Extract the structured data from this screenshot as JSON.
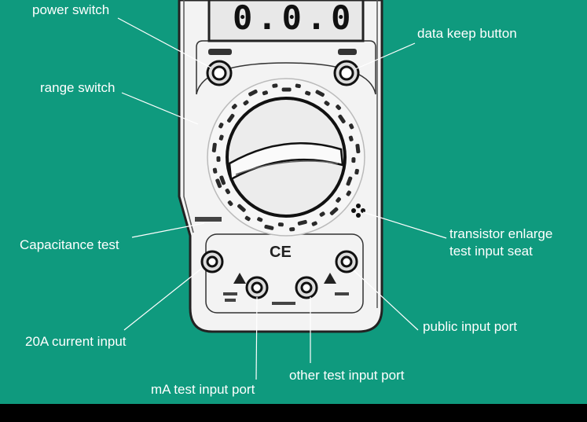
{
  "display": {
    "digits": "0.0.0"
  },
  "labels": {
    "power_switch": "power switch",
    "data_keep_button": "data keep button",
    "range_switch": "range switch",
    "capacitance_test": "Capacitance test",
    "transistor_line1": "transistor enlarge",
    "transistor_line2": "test input seat",
    "current_20a": "20A current input",
    "public_port": "public input port",
    "other_port": "other test input port",
    "ma_port": "mA test input port"
  },
  "colors": {
    "background": "#0f9a7e",
    "label_text": "#ffffff",
    "bottom_bar": "#000000"
  },
  "icons": [
    "ce-mark",
    "warning-triangle-icon",
    "warning-triangle-icon"
  ]
}
